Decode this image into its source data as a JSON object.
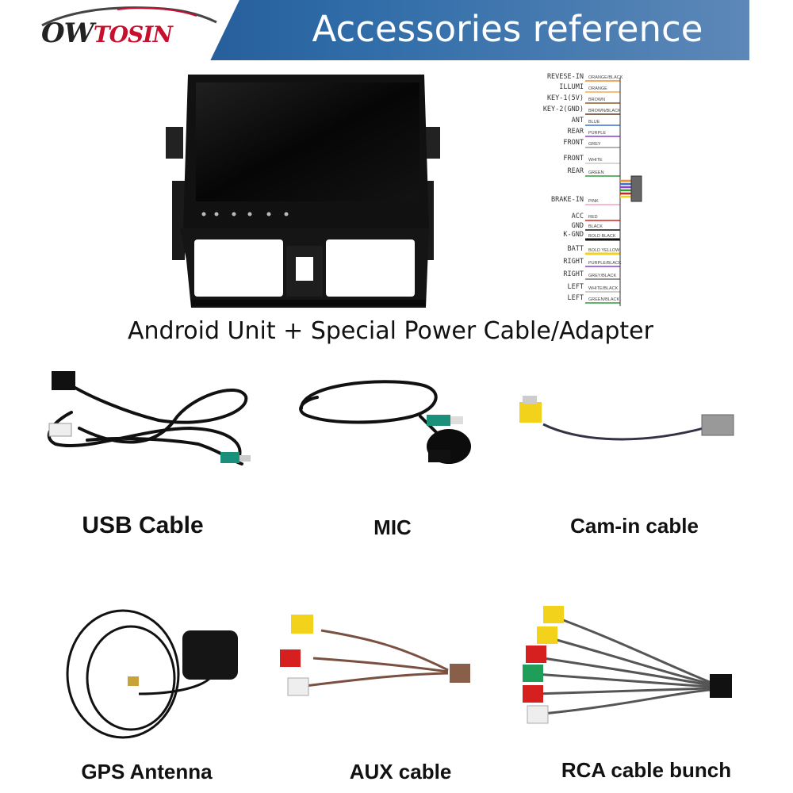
{
  "header": {
    "logo": {
      "part1": "OW",
      "part2": "TOSIN"
    },
    "title": "Accessories reference"
  },
  "main_caption": "Android Unit + Special Power Cable/Adapter",
  "wiring": {
    "labels": [
      "REVESE-IN",
      "ILLUMI",
      "KEY-1(5V)",
      "KEY-2(GND)",
      "ANT",
      "REAR",
      "FRONT",
      "FRONT",
      "REAR",
      "BRAKE-IN",
      "ACC",
      "GND",
      "K-GND",
      "BATT",
      "RIGHT",
      "RIGHT",
      "LEFT",
      "LEFT"
    ],
    "colors": [
      "ORANGE/BLACK",
      "ORANGE",
      "BROWN",
      "BROWN/BLACK",
      "BLUE",
      "PURPLE",
      "GREY",
      "WHITE",
      "GREEN",
      "PINK",
      "RED",
      "BLACK",
      "BOLD BLACK",
      "BOLD YELLOW",
      "PURPLE/BLACK",
      "GREY/BLACK",
      "WHITE/BLACK",
      "GREEN/BLACK"
    ]
  },
  "accessories": [
    {
      "label": "USB Cable"
    },
    {
      "label": "MIC"
    },
    {
      "label": "Cam-in cable"
    },
    {
      "label": "GPS Antenna"
    },
    {
      "label": "AUX cable"
    },
    {
      "label": "RCA cable bunch"
    }
  ]
}
